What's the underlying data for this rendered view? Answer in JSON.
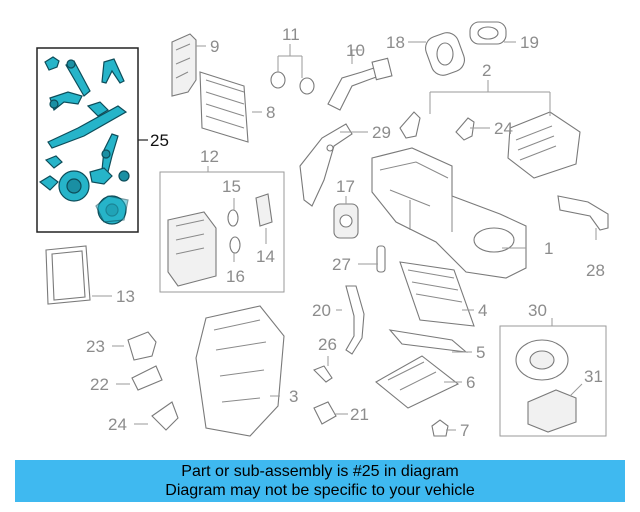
{
  "callouts": {
    "c1": "1",
    "c2": "2",
    "c3": "3",
    "c4": "4",
    "c5": "5",
    "c6": "6",
    "c7": "7",
    "c8": "8",
    "c9": "9",
    "c10": "10",
    "c11": "11",
    "c12": "12",
    "c13": "13",
    "c14": "14",
    "c15": "15",
    "c16": "16",
    "c17": "17",
    "c18": "18",
    "c19": "19",
    "c20": "20",
    "c21": "21",
    "c22": "22",
    "c23": "23",
    "c24a": "24",
    "c24b": "24",
    "c25": "25",
    "c26": "26",
    "c27": "27",
    "c28": "28",
    "c29": "29",
    "c30": "30",
    "c31": "31"
  },
  "highlight": {
    "part_number": "25",
    "color": "#26b4c9"
  },
  "banner": {
    "line1": "Part or sub-assembly is #25 in diagram",
    "line2": "Diagram may not be specific to your vehicle",
    "color": "#3fb9f0"
  }
}
